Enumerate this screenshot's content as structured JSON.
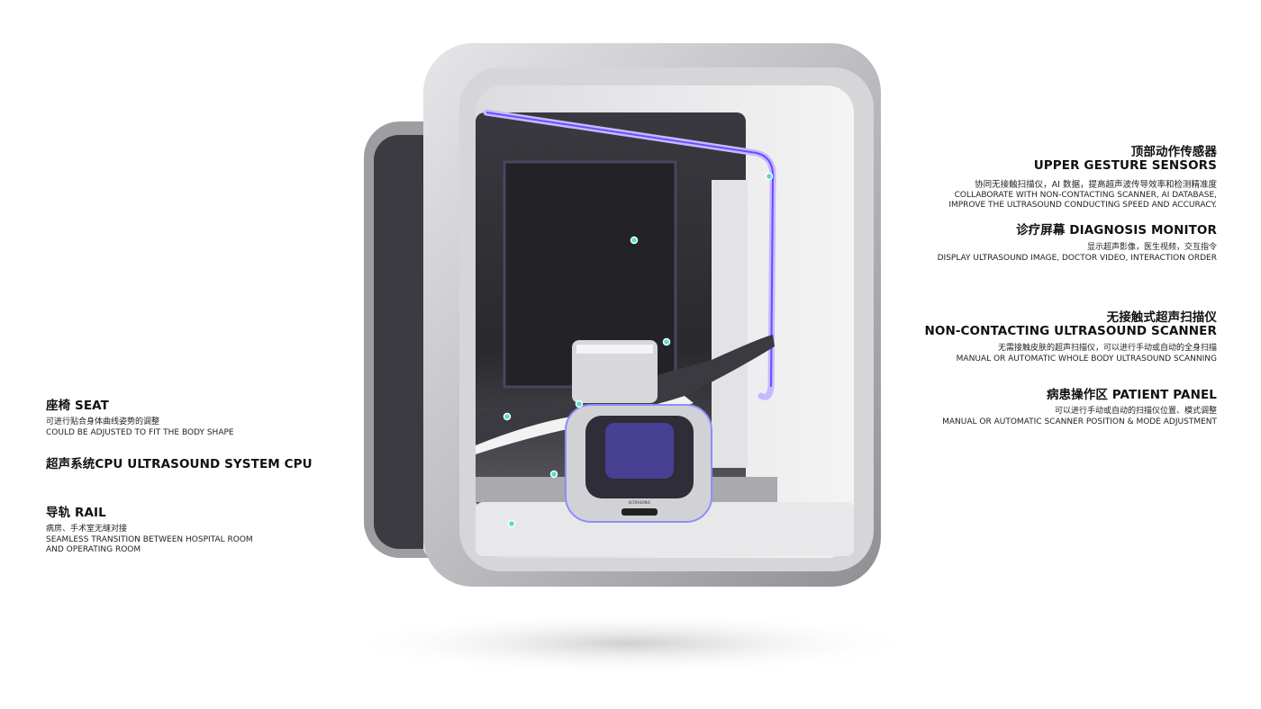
{
  "callouts_right": [
    {
      "title_cn": "顶部动作传感器",
      "title_en": "UPPER GESTURE SENSORS",
      "desc_cn": "协同无接触扫描仪，AI 数据，提高超声波传导效率和检测精准度",
      "desc_en": [
        "COLLABORATE WITH NON-CONTACTING SCANNER, AI DATABASE,",
        "IMPROVE THE ULTRASOUND CONDUCTING SPEED AND ACCURACY."
      ]
    },
    {
      "title": "诊疗屏幕 DIAGNOSIS MONITOR",
      "desc_cn": "显示超声影像，医生视频，交互指令",
      "desc_en": "DISPLAY ULTRASOUND IMAGE, DOCTOR VIDEO, INTERACTION ORDER"
    },
    {
      "title_cn": "无接触式超声扫描仪",
      "title_en": "NON-CONTACTING ULTRASOUND SCANNER",
      "desc_cn": "无需接触皮肤的超声扫描仪，可以进行手动或自动的全身扫描",
      "desc_en": "MANUAL OR AUTOMATIC WHOLE BODY ULTRASOUND SCANNING"
    },
    {
      "title": "病患操作区 PATIENT PANEL",
      "desc_cn": "可以进行手动或自动的扫描仪位置、模式调整",
      "desc_en": "MANUAL OR AUTOMATIC SCANNER POSITION & MODE ADJUSTMENT"
    }
  ],
  "callouts_left": [
    {
      "title": "座椅 SEAT",
      "desc_cn": "可进行贴合身体曲线姿势的调整",
      "desc_en": "COULD BE ADJUSTED TO FIT THE BODY SHAPE"
    },
    {
      "title": "超声系统CPU ULTRASOUND SYSTEM CPU"
    },
    {
      "title": "导轨 RAIL",
      "desc_cn": "病房、手术室无缝对接",
      "desc_en": [
        "SEAMLESS TRANSITION BETWEEN HOSPITAL ROOM",
        "AND OPERATING ROOM"
      ]
    }
  ],
  "scanner_label": "ULTRASONIC",
  "colors": {
    "line_start": "#3fb8c8",
    "line_end": "#6a5ae0",
    "glow": "#b9a8ff",
    "dot": "#4fe0d0"
  }
}
